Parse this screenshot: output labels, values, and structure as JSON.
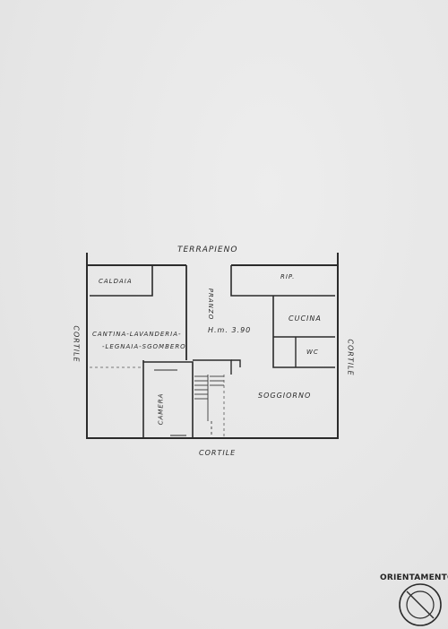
{
  "labels": {
    "top": "TERRAPIENO",
    "bottom": "CORTILE",
    "left": "CORTILE",
    "right": "CORTILE"
  },
  "rooms": {
    "caldaia": "CALDAIA",
    "rip": "RIP.",
    "pranzo": "PRANZO",
    "cucina": "CUCINA",
    "height": "H.m. 3.90",
    "cantina_line1": "CANTINA-LAVANDERIA-",
    "cantina_line2": "-LEGNAIA-SGOMBERO",
    "wc": "WC",
    "soggiorno": "SOGGIORNO",
    "camera": "CAMERA"
  },
  "orientation": {
    "label": "ORIENTAMENTO"
  },
  "colors": {
    "ink": "#2a2a2a",
    "paper": "#e9e9e9"
  }
}
